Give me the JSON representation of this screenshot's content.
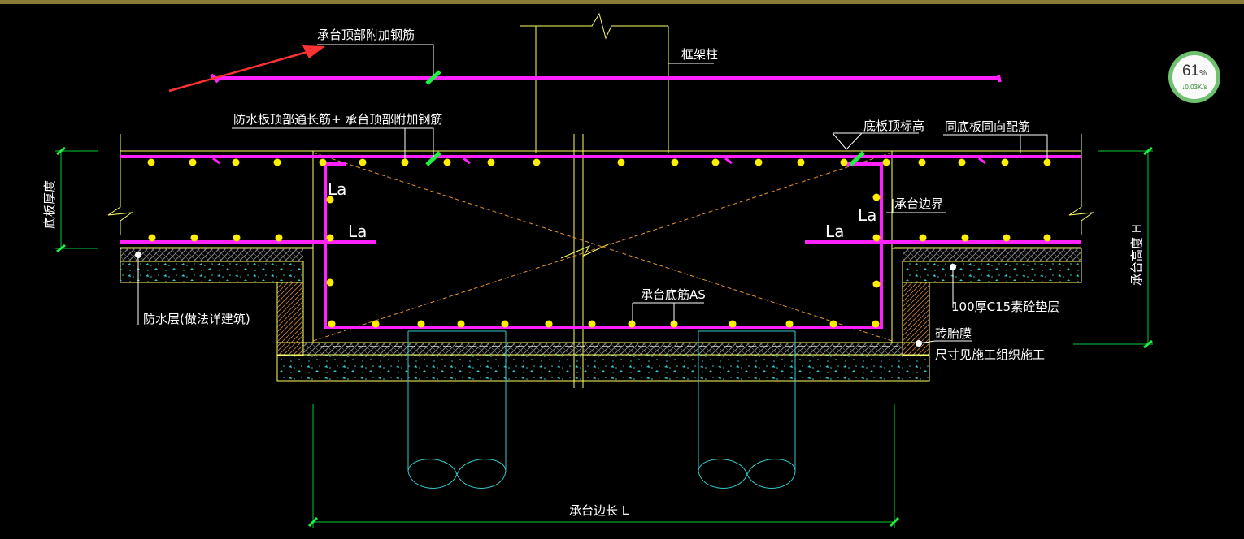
{
  "labels": {
    "top_extra_rebar": "承台顶部附加钢筋",
    "frame_column": "框架柱",
    "waterproof_top_rebar": "防水板顶部通长筋+ 承台顶部附加钢筋",
    "slab_top_elevation": "底板顶标高",
    "same_dir_rebar": "同底板同向配筋",
    "slab_thickness": "底板厚度",
    "cap_boundary": "承台边界",
    "cap_height": "承台高度 H",
    "anchor_1": "La",
    "anchor_2": "La",
    "anchor_3": "La",
    "anchor_4": "La",
    "cap_bottom_rebar": "承台底筋AS",
    "cushion": "100厚C15素砼垫层",
    "waterproof_layer": "防水层(做法详建筑)",
    "brick_mold": "砖胎膜",
    "construction_note": "尺寸见施工组织施工",
    "cap_length": "承台边长 L"
  },
  "colors": {
    "rebar": "#ff22ff",
    "outline": "#ffff66",
    "dimension": "#00cc33",
    "pile": "#33cccc",
    "dot": "#ffee00",
    "arrow": "#ff3333"
  },
  "gauge": {
    "percent": "61",
    "percent_unit": "%",
    "speed": "↓0.03K/s"
  }
}
